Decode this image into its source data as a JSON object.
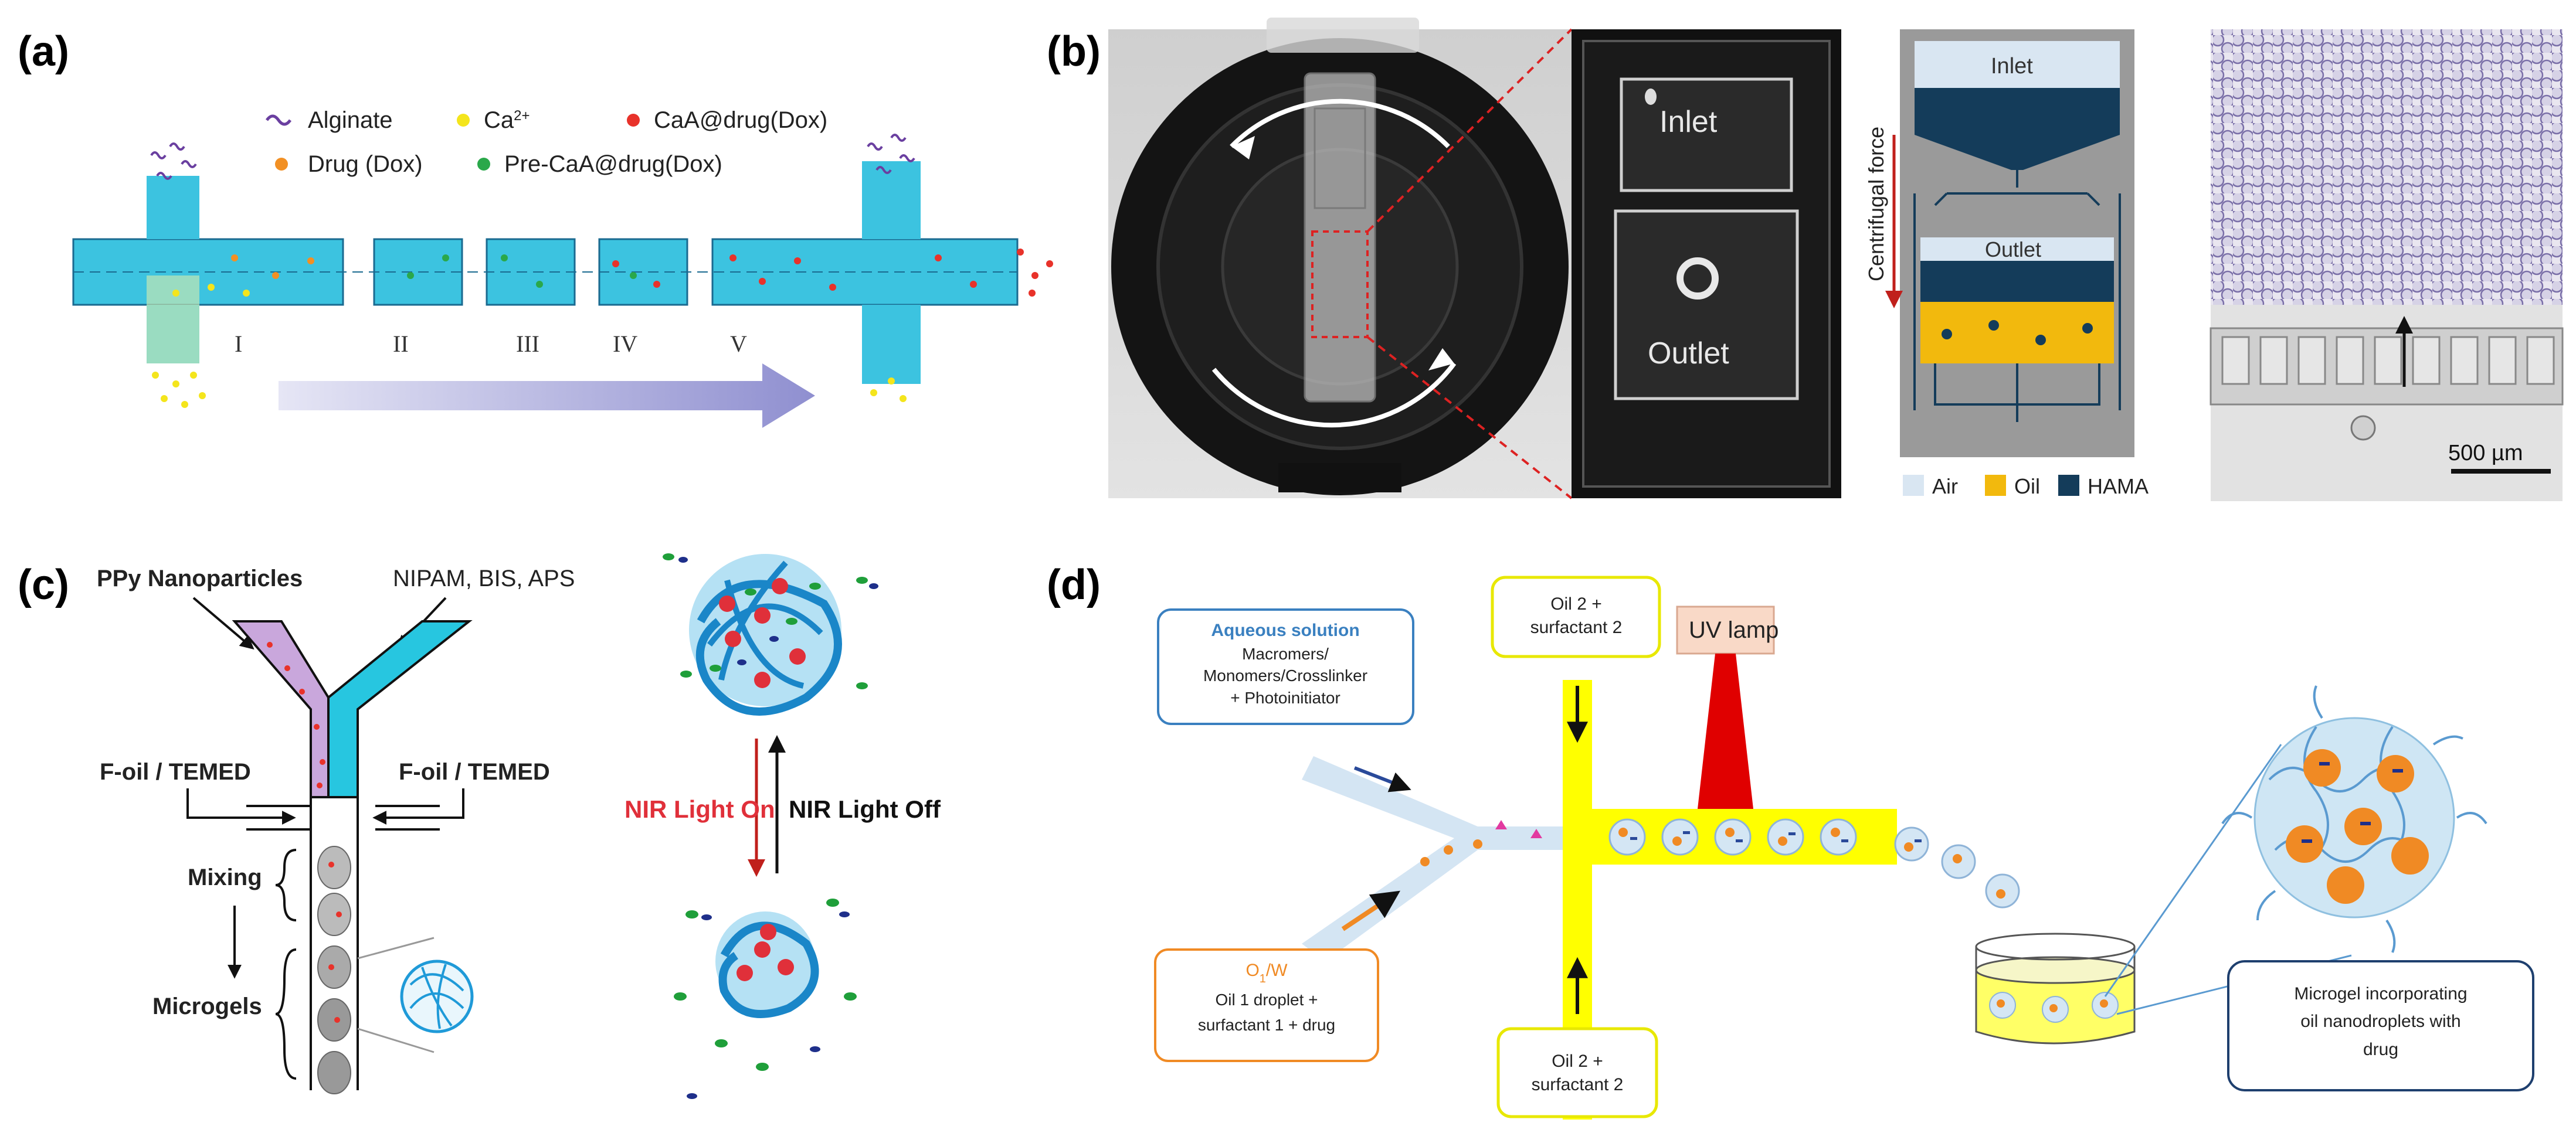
{
  "panels": {
    "a": {
      "letter": "(a)",
      "legend": {
        "alginate": "Alginate",
        "ca": "Ca",
        "ca_sup": "2+",
        "caa_drug": "CaA@drug(Dox)",
        "drug": "Drug (Dox)",
        "pre_caa": "Pre-CaA@drug(Dox)"
      },
      "stages": [
        "I",
        "II",
        "III",
        "IV",
        "V"
      ]
    },
    "b": {
      "letter": "(b)",
      "photo_inlet": "Inlet",
      "photo_outlet": "Outlet",
      "diagram_inlet": "Inlet",
      "diagram_outlet": "Outlet",
      "force_label": "Centrifugal force",
      "legend": {
        "air": "Air",
        "oil": "Oil",
        "hama": "HAMA"
      },
      "scale_bar": "500 µm"
    },
    "c": {
      "letter": "(c)",
      "ppy": "PPy Nanoparticles",
      "nipam": "NIPAM, BIS, APS",
      "foil_left": "F-oil / TEMED",
      "foil_right": "F-oil / TEMED",
      "mixing": "Mixing",
      "microgels": "Microgels",
      "nir_on": "NIR Light On",
      "nir_off": "NIR Light Off"
    },
    "d": {
      "letter": "(d)",
      "aqueous_title": "Aqueous solution",
      "aqueous_line1": "Macromers/",
      "aqueous_line2": "Monomers/Crosslinker",
      "aqueous_line3": "+ Photoinitiator",
      "oil2_top_line1": "Oil 2 +",
      "oil2_top_line2": "surfactant 2",
      "uv_lamp": "UV lamp",
      "ow_title": "O",
      "ow_sub": "1",
      "ow_tail": "/W",
      "ow_line1": "Oil 1 droplet +",
      "ow_line2": "surfactant 1 + drug",
      "oil2_bottom_line1": "Oil 2 +",
      "oil2_bottom_line2": "surfactant 2",
      "microgel_line1": "Microgel incorporating",
      "microgel_line2": "oil nanodroplets with",
      "microgel_line3": "drug"
    }
  },
  "colors": {
    "channel_cyan": "#3cc3e0",
    "hama_navy": "#143c5a",
    "oil_yellow": "#f2b90d",
    "air_light": "#d9e6f2",
    "channel_yellow": "#ffff00",
    "uv_red": "#e00000",
    "lamp_peach": "#f9d9c7",
    "gel_blue": "#2aa8e0",
    "nir_red": "#e0303a",
    "droplet_orange": "#f08a24"
  }
}
